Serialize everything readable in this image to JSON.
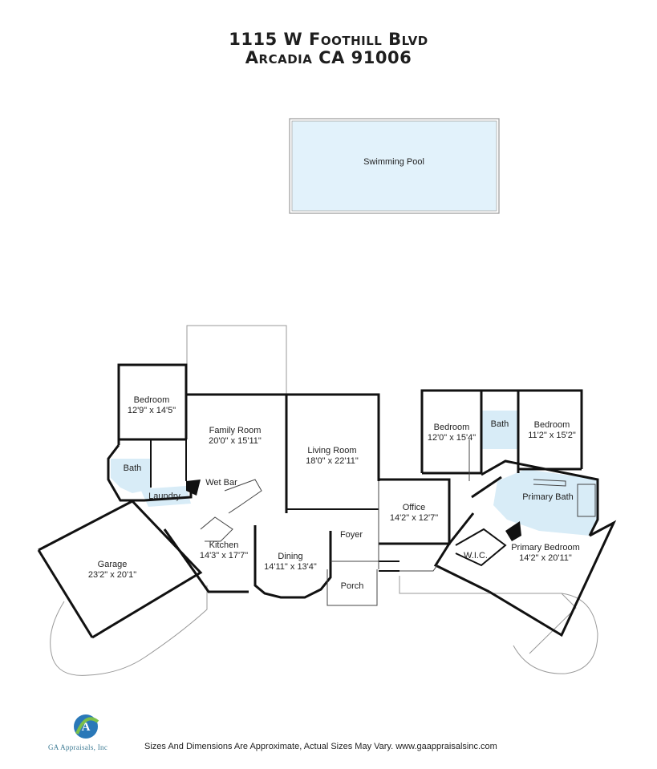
{
  "header": {
    "line1": "1115 W Foothill Blvd",
    "line2": "Arcadia CA 91006"
  },
  "rooms": {
    "pool": "Swimming Pool",
    "bedroom_left": {
      "name": "Bedroom",
      "dims": "12'9\" x 14'5\""
    },
    "family_room": {
      "name": "Family Room",
      "dims": "20'0\" x 15'11\""
    },
    "living_room": {
      "name": "Living Room",
      "dims": "18'0\" x 22'11\""
    },
    "bedroom_mid": {
      "name": "Bedroom",
      "dims": "12'0\" x 15'4\""
    },
    "bath_mid": {
      "name": "Bath"
    },
    "bedroom_right": {
      "name": "Bedroom",
      "dims": "11'2\" x 15'2\""
    },
    "bath_left": {
      "name": "Bath"
    },
    "laundry": {
      "name": "Laundry"
    },
    "wet_bar": {
      "name": "Wet Bar"
    },
    "office": {
      "name": "Office",
      "dims": "14'2\" x 12'7\""
    },
    "primary_bath": {
      "name": "Primary Bath"
    },
    "foyer": {
      "name": "Foyer"
    },
    "kitchen": {
      "name": "Kitchen",
      "dims": "14'3\" x 17'7\""
    },
    "garage": {
      "name": "Garage",
      "dims": "23'2\" x 20'1\""
    },
    "dining": {
      "name": "Dining",
      "dims": "14'11\" x 13'4\""
    },
    "wic": {
      "name": "W.I.C."
    },
    "primary_bedroom": {
      "name": "Primary Bedroom",
      "dims": "14'2\" x 20'11\""
    },
    "porch": {
      "name": "Porch"
    }
  },
  "logo": {
    "mark": "A",
    "text": "GA Appraisals, Inc",
    "colors": {
      "blue": "#2a78b8",
      "green": "#7cc04a",
      "teal": "#3c7a93"
    }
  },
  "footer": {
    "disclaimer": "Sizes And Dimensions Are Approximate, Actual Sizes May Vary. www.gaappraisalsinc.com"
  },
  "colors": {
    "pool_fill": "#e2f2fb",
    "bath_fill": "#d8ecf7",
    "wall": "#111111"
  }
}
